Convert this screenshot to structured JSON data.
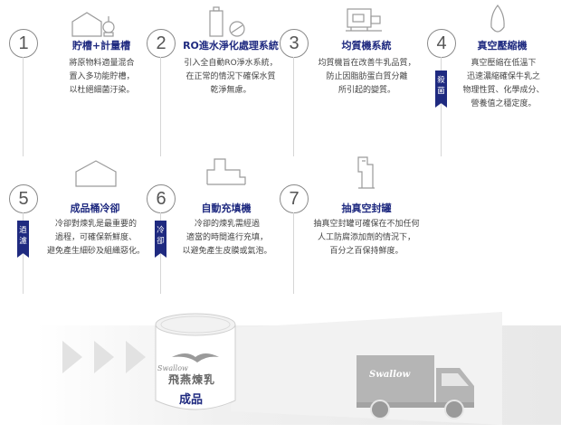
{
  "steps": [
    {
      "num": "1",
      "title": "貯槽+計量槽",
      "lines": [
        "將原物料適量混合",
        "置入多功能貯槽，",
        "以杜絕細菌汙染。"
      ],
      "icon": "storage-tank-icon"
    },
    {
      "num": "2",
      "title": "RO進水淨化處理系統",
      "lines": [
        "引入全自動RO淨水系統，",
        "在正常的情況下確保水質",
        "乾淨無慮。"
      ],
      "icon": "water-purifier-icon"
    },
    {
      "num": "3",
      "title": "均質機系統",
      "lines": [
        "均質機旨在改善牛乳品質，",
        "防止因脂肪蛋白質分離",
        "所引起的變質。"
      ],
      "icon": "homogenizer-icon"
    },
    {
      "num": "4",
      "title": "真空壓縮機",
      "lines": [
        "真空壓縮在低溫下",
        "迅速濃縮確保牛乳之",
        "物理性質、化學成分、",
        "營養值之穩定度。"
      ],
      "tag": "殺菌",
      "icon": "vacuum-compressor-icon"
    },
    {
      "num": "5",
      "title": "成品桶冷卻",
      "lines": [
        "冷卻對煉乳是最重要的",
        "過程，可確保新鮮度、",
        "避免產生細砂及組織惡化。"
      ],
      "tag": "過濾",
      "icon": "cooling-tank-icon"
    },
    {
      "num": "6",
      "title": "自動充填機",
      "lines": [
        "冷卻的煉乳需經過",
        "適當的時間進行充填，",
        "以避免產生皮膜或氣泡。"
      ],
      "tag": "冷卻",
      "icon": "filling-machine-icon"
    },
    {
      "num": "7",
      "title": "抽真空封罐",
      "lines": [
        "抽真空封罐可確保在不加任何",
        "人工防腐添加劑的情況下，",
        "百分之百保持鮮度。"
      ],
      "icon": "sealing-machine-icon"
    }
  ],
  "product": {
    "brand_en": "Swallow",
    "brand_zh": "飛燕煉乳",
    "label": "成品"
  },
  "truck": {
    "brand": "Swallow"
  },
  "colors": {
    "accent": "#1f2a80",
    "line": "#d6d6d6",
    "icon": "#9a9a9a"
  }
}
